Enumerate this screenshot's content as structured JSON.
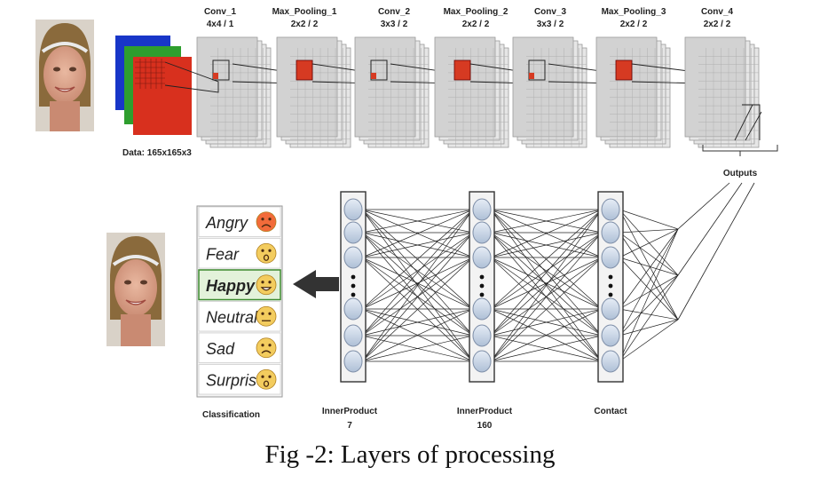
{
  "cnn": {
    "input_label": "Data: 165x165x3",
    "layers": [
      {
        "name": "Conv_1",
        "params": "4x4 / 1"
      },
      {
        "name": "Max_Pooling_1",
        "params": "2x2 / 2"
      },
      {
        "name": "Conv_2",
        "params": "3x3 / 2"
      },
      {
        "name": "Max_Pooling_2",
        "params": "2x2 / 2"
      },
      {
        "name": "Conv_3",
        "params": "3x3 / 2"
      },
      {
        "name": "Max_Pooling_3",
        "params": "2x2 / 2"
      },
      {
        "name": "Conv_4",
        "params": "2x2 / 2"
      }
    ],
    "outputs_label": "Outputs"
  },
  "classification": {
    "label": "Classification",
    "classes": [
      {
        "label": "Angry",
        "emoji": "angry-face-icon",
        "color": "#f26b3a",
        "highlight": false
      },
      {
        "label": "Fear",
        "emoji": "fearful-face-icon",
        "color": "#f3cc5e",
        "highlight": false
      },
      {
        "label": "Happy",
        "emoji": "grinning-face-icon",
        "color": "#f3cc5e",
        "highlight": true
      },
      {
        "label": "Neutral",
        "emoji": "neutral-face-icon",
        "color": "#f3cc5e",
        "highlight": false
      },
      {
        "label": "Sad",
        "emoji": "sad-face-icon",
        "color": "#f3cc5e",
        "highlight": false
      },
      {
        "label": "Surprise",
        "emoji": "surprised-face-icon",
        "color": "#f3cc5e",
        "highlight": false
      }
    ]
  },
  "network": {
    "layers": [
      {
        "label": "InnerProduct\n7"
      },
      {
        "label": "InnerProduct\n160"
      },
      {
        "label": "Contact"
      }
    ]
  },
  "colors": {
    "rgb_blue": "#1836c8",
    "rgb_green": "#2e9e2e",
    "rgb_red": "#d8301e",
    "map_gray": "#c8c8c8",
    "highlight": "#d63a22",
    "node_fill": "#c9d6e8"
  },
  "caption": "Fig -2: Layers of processing"
}
